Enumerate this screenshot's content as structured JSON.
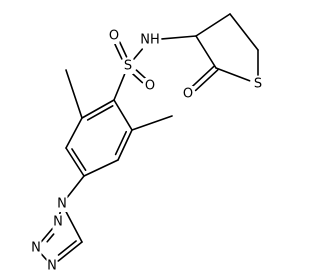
{
  "atoms": [
    {
      "id": "C1",
      "label": ""
    },
    {
      "id": "C2",
      "label": ""
    },
    {
      "id": "C3",
      "label": ""
    },
    {
      "id": "C4",
      "label": ""
    },
    {
      "id": "C5",
      "label": ""
    },
    {
      "id": "C6",
      "label": ""
    },
    {
      "id": "Me2",
      "label": ""
    },
    {
      "id": "Me6",
      "label": ""
    },
    {
      "id": "S1",
      "label": "S"
    },
    {
      "id": "O1",
      "label": "O"
    },
    {
      "id": "O2",
      "label": "O"
    },
    {
      "id": "N1",
      "label": "NH"
    },
    {
      "id": "R1",
      "label": ""
    },
    {
      "id": "R2",
      "label": ""
    },
    {
      "id": "R3",
      "label": ""
    },
    {
      "id": "R4",
      "label": ""
    },
    {
      "id": "S2",
      "label": "S"
    },
    {
      "id": "O3",
      "label": "O"
    },
    {
      "id": "T1",
      "label": "N"
    },
    {
      "id": "T2",
      "label": "N"
    },
    {
      "id": "T3",
      "label": "N"
    },
    {
      "id": "T4",
      "label": "N"
    },
    {
      "id": "T5",
      "label": ""
    }
  ],
  "bonds": [
    {
      "a": "C1",
      "b": "C2",
      "order": 2
    },
    {
      "a": "C2",
      "b": "C3",
      "order": 1
    },
    {
      "a": "C3",
      "b": "C4",
      "order": 2
    },
    {
      "a": "C4",
      "b": "C5",
      "order": 1
    },
    {
      "a": "C5",
      "b": "C6",
      "order": 2
    },
    {
      "a": "C6",
      "b": "C1",
      "order": 1
    },
    {
      "a": "C2",
      "b": "Me2",
      "order": 1
    },
    {
      "a": "C6",
      "b": "Me6",
      "order": 1
    },
    {
      "a": "C1",
      "b": "S1",
      "order": 1
    },
    {
      "a": "S1",
      "b": "O1",
      "order": 2
    },
    {
      "a": "S1",
      "b": "O2",
      "order": 2
    },
    {
      "a": "S1",
      "b": "N1",
      "order": 1
    },
    {
      "a": "N1",
      "b": "R1",
      "order": 1
    },
    {
      "a": "R1",
      "b": "R2",
      "order": 1
    },
    {
      "a": "R2",
      "b": "S2",
      "order": 1
    },
    {
      "a": "S2",
      "b": "R3",
      "order": 1
    },
    {
      "a": "R3",
      "b": "R4",
      "order": 1
    },
    {
      "a": "R4",
      "b": "R1",
      "order": 1
    },
    {
      "a": "R2",
      "b": "O3",
      "order": 2
    },
    {
      "a": "C4",
      "b": "T1",
      "order": 1
    },
    {
      "a": "T1",
      "b": "T2",
      "order": 1
    },
    {
      "a": "T2",
      "b": "T3",
      "order": 2
    },
    {
      "a": "T3",
      "b": "T4",
      "order": 1
    },
    {
      "a": "T4",
      "b": "T5",
      "order": 2
    },
    {
      "a": "T5",
      "b": "T1",
      "order": 1
    }
  ]
}
